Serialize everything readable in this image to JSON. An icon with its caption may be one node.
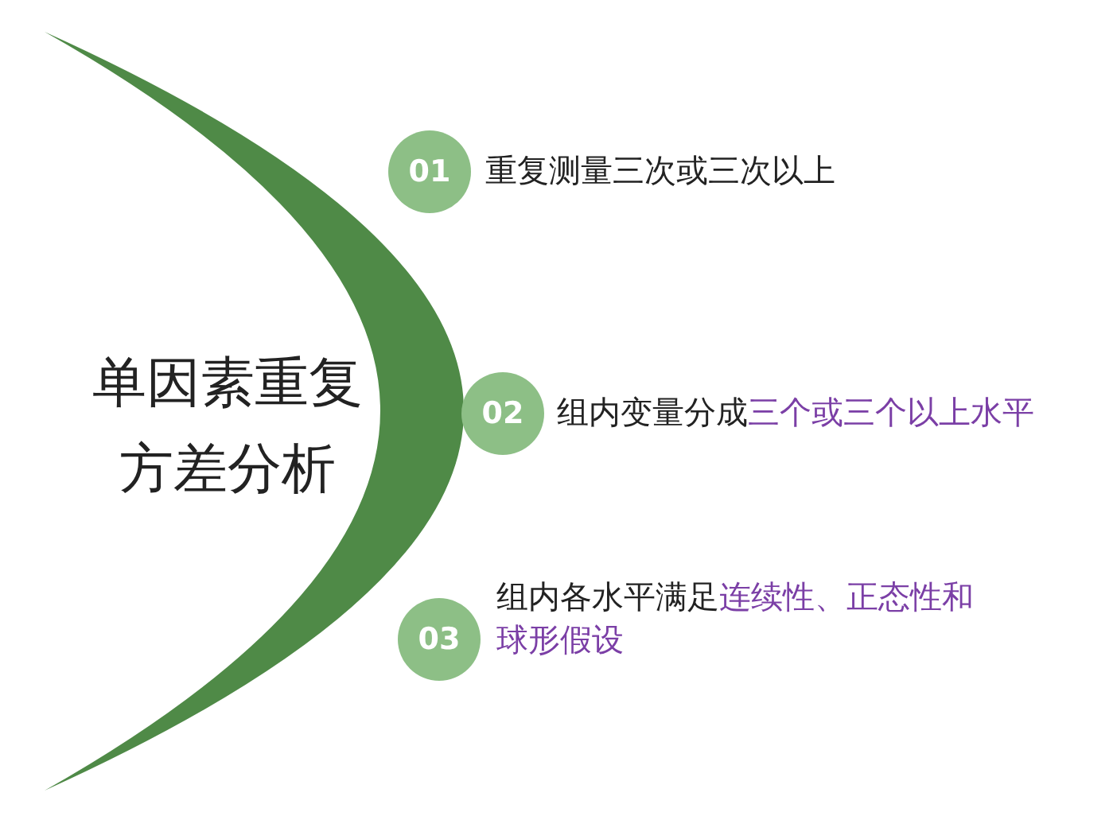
{
  "diagram": {
    "nodes": [
      {
        "text": [
          "单因素重复方差分析"
        ]
      },
      {
        "text": [
          "01"
        ],
        "beside": [
          "重复测量三次或三次以上"
        ]
      },
      {
        "text": [
          "02"
        ],
        "beside": [
          "组内变量分成",
          "三个或三个以上水平"
        ]
      },
      {
        "text": [
          "03"
        ],
        "beside": [
          "组内各水平满足",
          "连续性、正态性和球形假设"
        ]
      }
    ]
  }
}
